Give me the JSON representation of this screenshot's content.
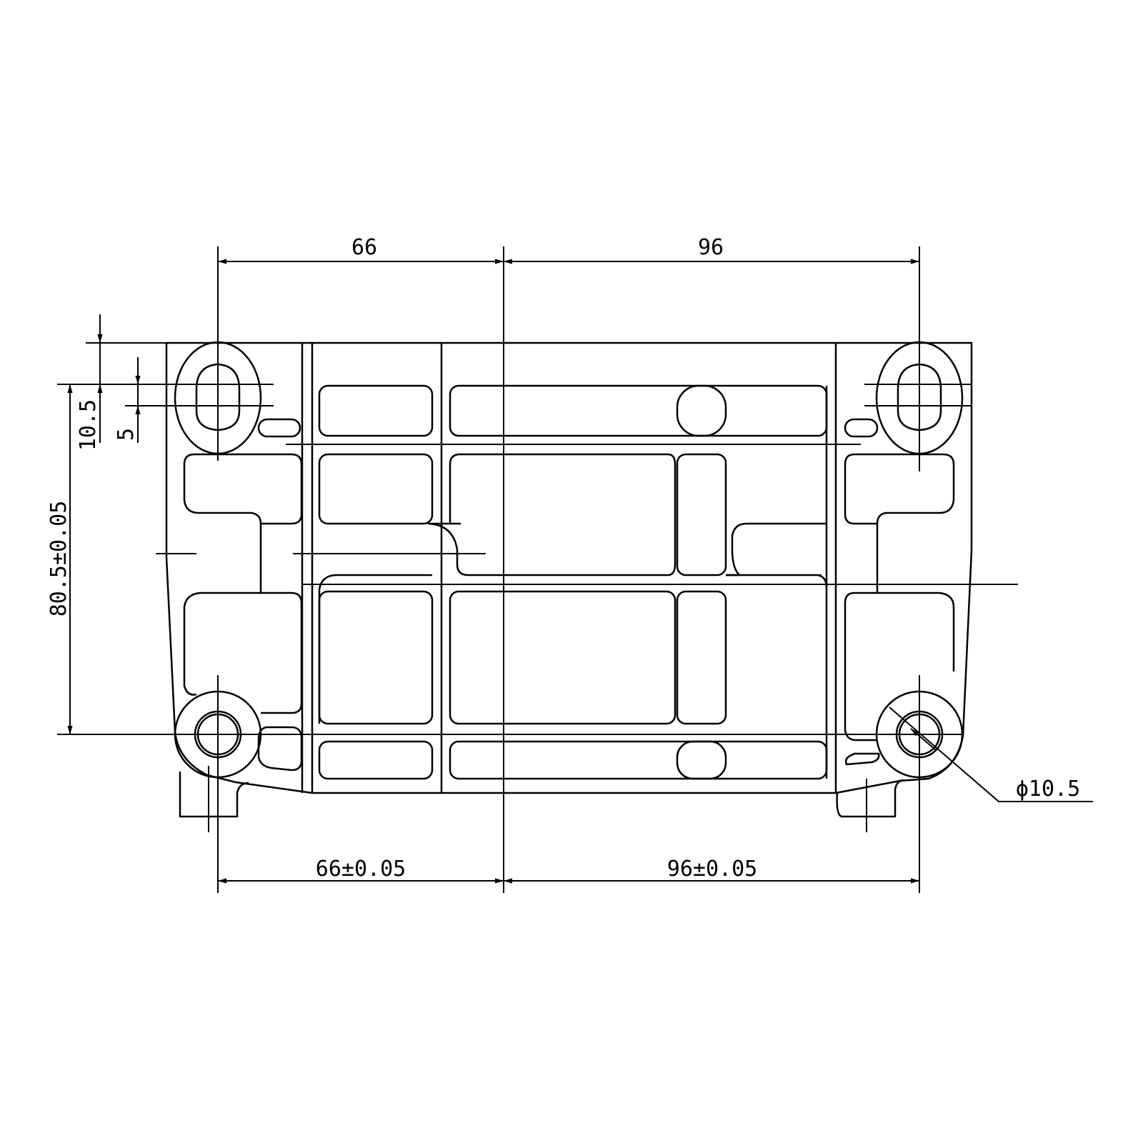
{
  "dimensions": {
    "top_left": "66",
    "top_right": "96",
    "bottom_left": "66±0.05",
    "bottom_right": "96±0.05",
    "vertical_span": "80.5±0.05",
    "slot_offset": "10.5",
    "slot_length": "5",
    "hole_diameter": "ϕ10.5"
  },
  "colors": {
    "line": "#000000",
    "background": "#ffffff"
  }
}
